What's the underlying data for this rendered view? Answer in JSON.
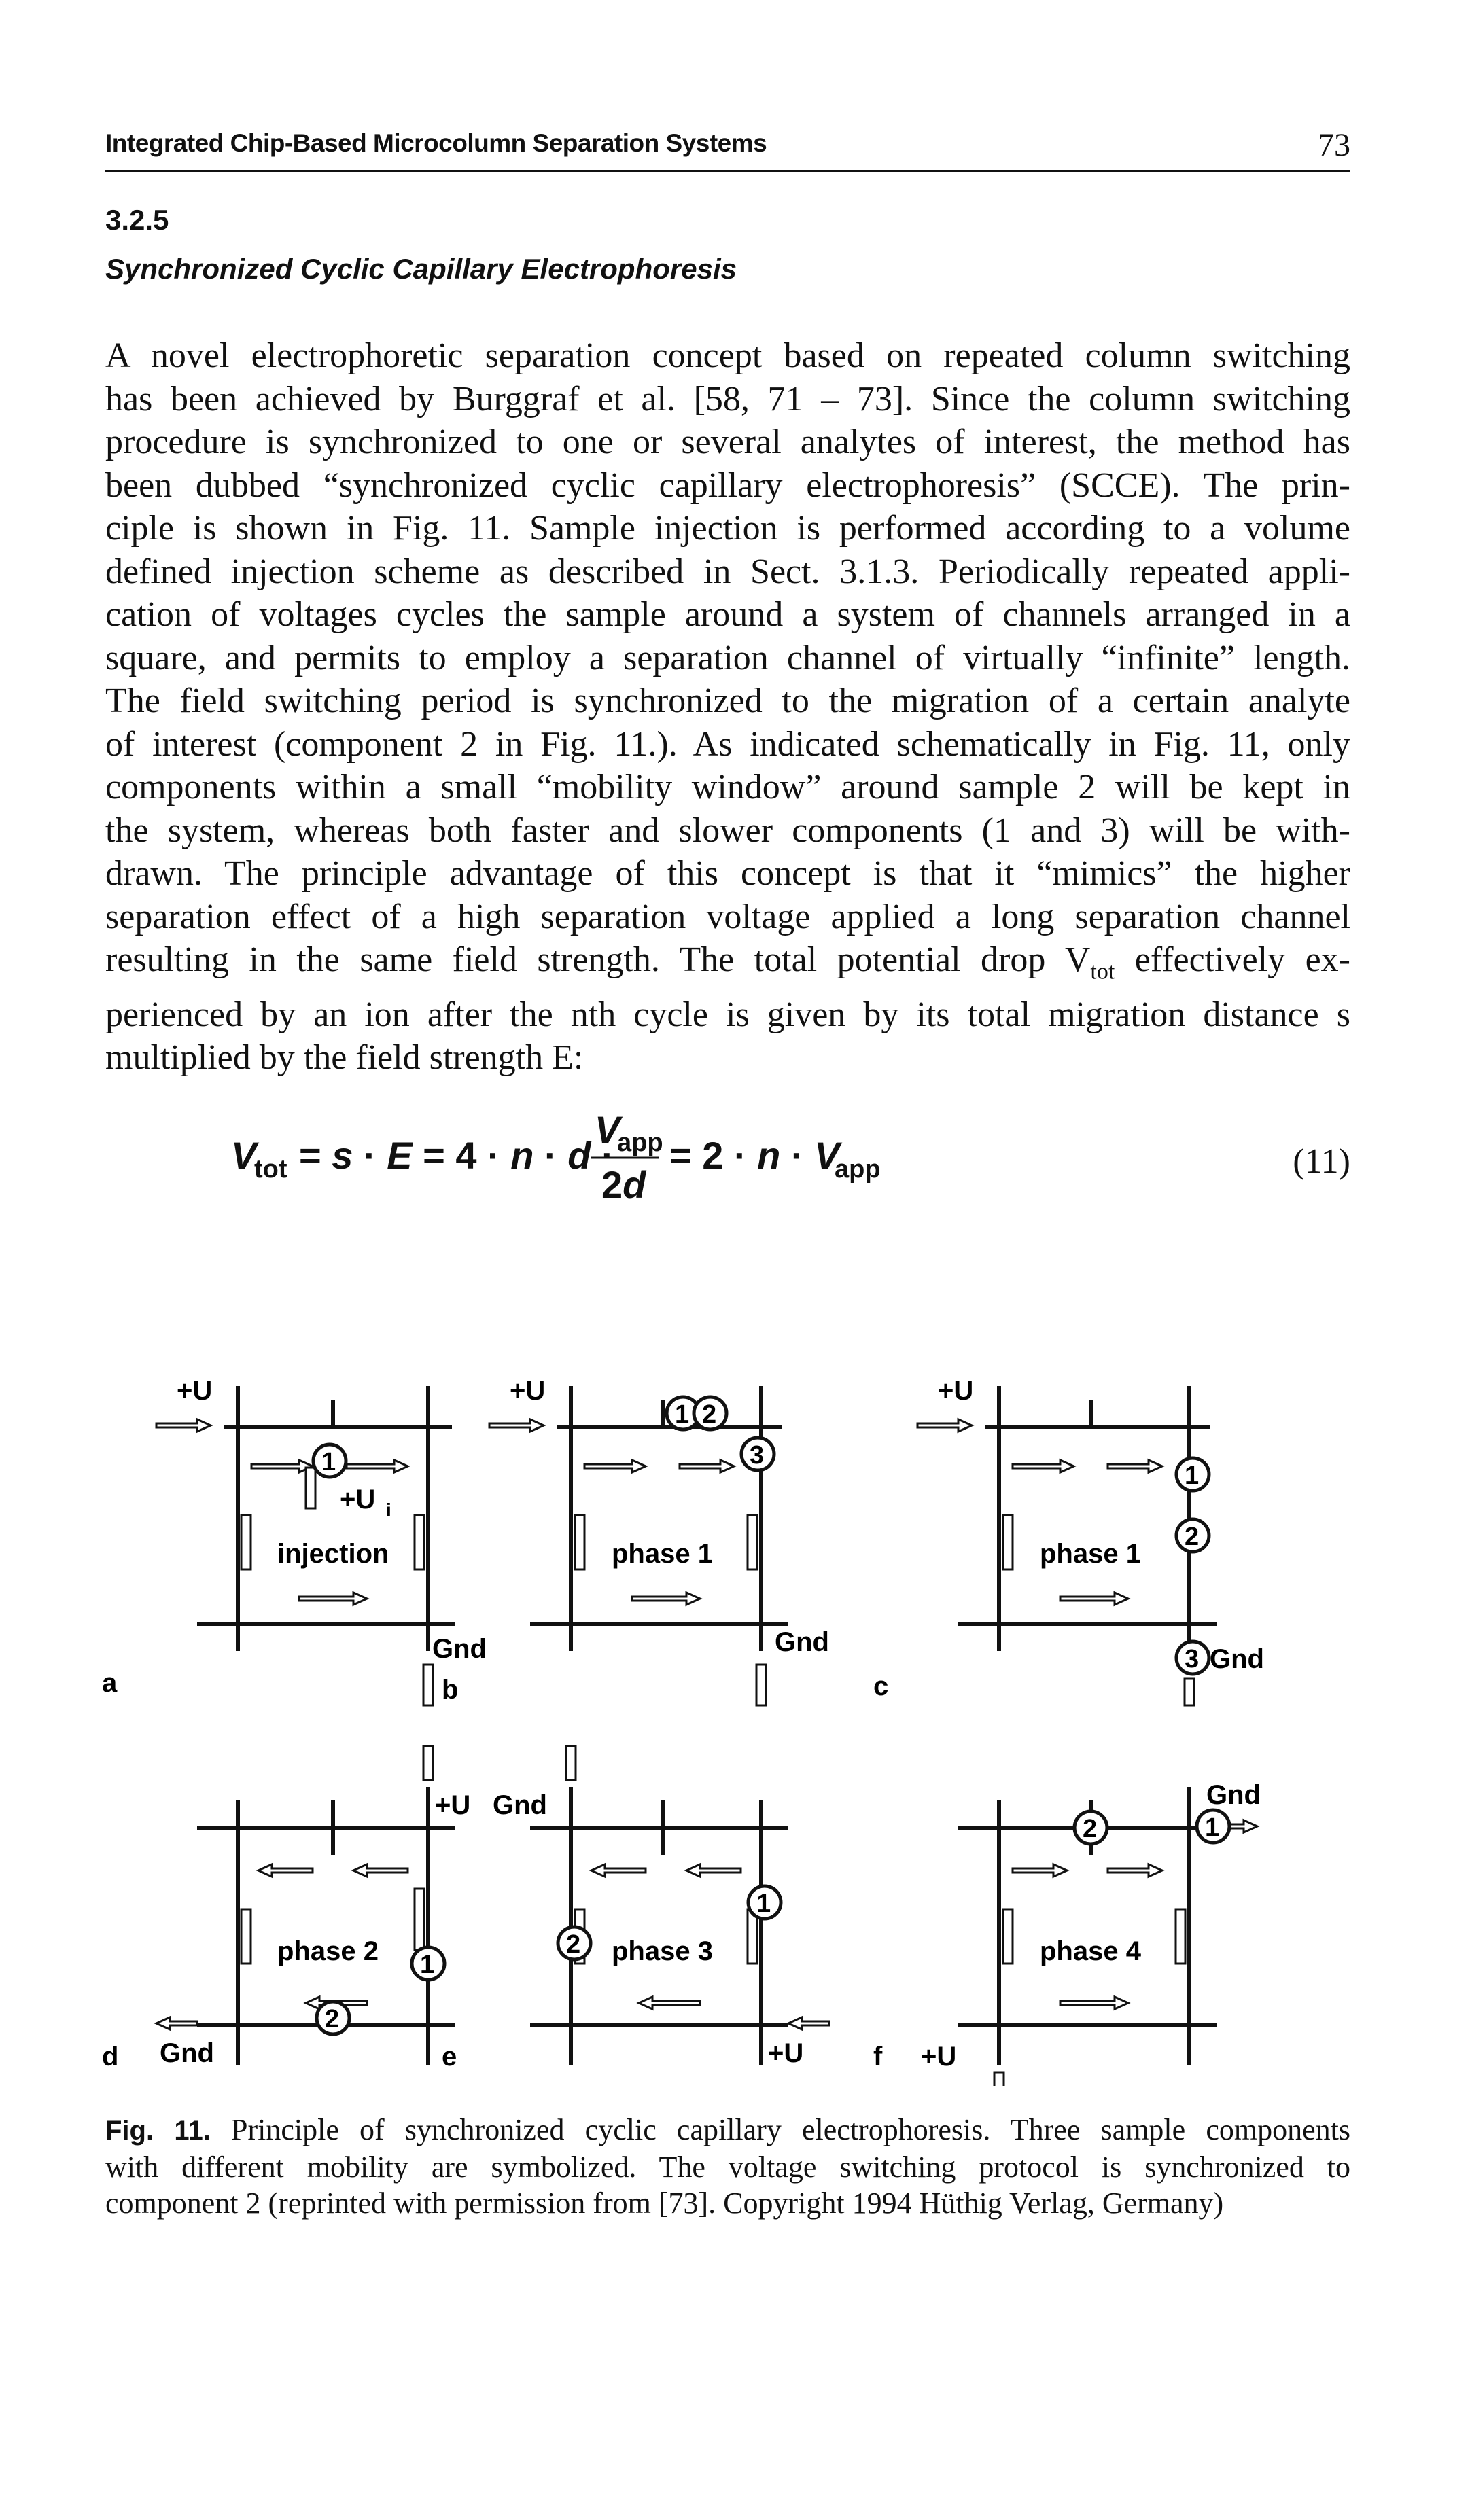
{
  "header": {
    "running_title": "Integrated Chip-Based Microcolumn Separation Systems",
    "page_number": "73"
  },
  "section": {
    "number": "3.2.5",
    "title": "Synchronized Cyclic Capillary Electrophoresis"
  },
  "body_lines": [
    "A novel electrophoretic separation concept based on repeated column switching",
    "has been achieved by Burggraf et al. [58, 71 – 73]. Since the column switching",
    "procedure is synchronized to one or several analytes of interest, the method has",
    "been dubbed “synchronized cyclic capillary electrophoresis” (SCCE). The prin-",
    "ciple is shown in Fig. 11. Sample injection is performed according to a volume",
    "defined injection scheme as described in Sect. 3.1.3. Periodically repeated appli-",
    "cation of voltages cycles the sample around a system of channels arranged in a",
    "square, and permits to employ a separation channel of virtually “infinite” length.",
    "The field switching period is synchronized to the migration of a certain analyte",
    "of interest (component 2 in Fig. 11.). As indicated schematically in Fig. 11, only",
    "components within a small “mobility window” around sample 2 will be kept in",
    "the system, whereas both faster and slower components (1 and 3) will be with-",
    "drawn. The principle advantage of this concept is that it “mimics” the higher",
    "separation effect of a high separation voltage applied a long separation channel",
    "resulting in the same field strength. The total potential drop V",
    "perienced by an ion after the nth cycle is given by its total migration distance s",
    "multiplied by the field strength E:"
  ],
  "body_line15_suffix": " effectively ex-",
  "equation": {
    "number": "(11)"
  },
  "figure": {
    "panels": [
      {
        "letter": "a",
        "label": "injection"
      },
      {
        "letter": "b",
        "label": "phase 1"
      },
      {
        "letter": "c",
        "label": "phase 1"
      },
      {
        "letter": "d",
        "label": "phase 2"
      },
      {
        "letter": "e",
        "label": "phase 3"
      },
      {
        "letter": "f",
        "label": "phase 4"
      }
    ],
    "plus_u": "+U",
    "plus_ui": "+U",
    "ui_subscript": "i",
    "gnd": "Gnd",
    "components": [
      "1",
      "2",
      "3"
    ]
  },
  "caption": {
    "label": "Fig. 11.",
    "lines": [
      " Principle of synchronized cyclic capillary electrophoresis. Three sample components",
      "with different mobility are symbolized. The voltage switching protocol is synchronized to",
      "component 2 (reprinted with permission from [73]. Copyright 1994 Hüthig Verlag, Germany)"
    ]
  }
}
